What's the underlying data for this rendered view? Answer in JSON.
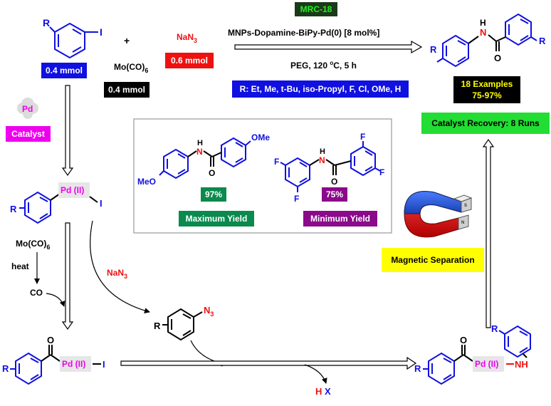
{
  "reaction": {
    "catalyst_code": "MRC-18",
    "catalyst_name": "MNPs-Dopamine-BiPy-Pd(0) [8 mol%]",
    "conditions_solvent": "PEG, 120 ",
    "conditions_degree": "o",
    "conditions_rest": "C, 5 h",
    "substituents": "R: Et, Me, t-Bu, iso-Propyl, F, Cl, OMe, H",
    "plus": "+"
  },
  "reagents": {
    "aryl_iodide_amount": "0.4 mmol",
    "moco_base": "Mo(CO)",
    "moco_sub": "6",
    "moco_amount": "0.4 mmol",
    "nan3_base": "NaN",
    "nan3_sub": "3",
    "nan3_amount": "0.6 mmol"
  },
  "atoms": {
    "R": "R",
    "I": "I",
    "N": "N",
    "H": "H",
    "O": "O",
    "F": "F",
    "OMe": "OMe",
    "MeO": "MeO",
    "NH": "NH",
    "N3_base": "N",
    "N3_sub": "3"
  },
  "product_summary": {
    "examples": "18 Examples",
    "yield_range": "75-97%",
    "catalyst_recovery": "Catalyst Recovery: 8 Runs"
  },
  "yield_box": {
    "max_value": "97%",
    "max_label": "Maximum Yield",
    "min_value": "75%",
    "min_label": "Minimum Yield"
  },
  "catalyst": {
    "badge": "Pd",
    "label": "Catalyst"
  },
  "cycle": {
    "pd_ii": "Pd (II)",
    "moco_base": "Mo(CO)",
    "moco_sub": "6",
    "heat": "heat",
    "co": "CO",
    "nan3_base": "NaN",
    "nan3_sub": "3",
    "hx_h": "H",
    "hx_x": "X"
  },
  "magnet": {
    "label": "Magnetic Separation",
    "pole_s": "S",
    "pole_n": "N"
  },
  "colors": {
    "blue": "#1010e0",
    "red": "#ee1111",
    "magenta": "#ee00ee",
    "green_box": "#0b8a4e",
    "purple_box": "#8a0a8a",
    "lime_box": "#22dd33",
    "yellow_box": "#ffff00",
    "dark_green": "#1a3a1a",
    "bright_green_text": "#22ee22",
    "pd_bg": "#e6e6e6"
  }
}
